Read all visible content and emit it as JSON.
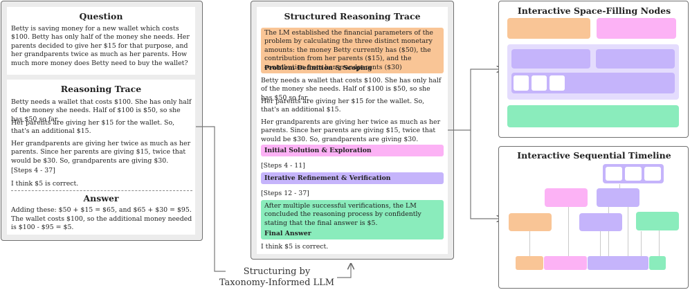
{
  "left_panel": {
    "question_title": "Question",
    "question_text": "Betty is saving money for a new wallet which costs $100. Betty has only half of the money she needs. Her parents decided to give her $15 for that purpose, and her grandparents twice as much as her parents. How much more money does Betty need to buy the wallet?",
    "trace_title": "Reasoning Trace",
    "trace_p1": "Betty needs a wallet that costs $100. She has only half of the money she needs. Half of $100 is $50, so she has $50 so far.",
    "trace_p2": "Her parents are giving her $15 for the wallet. So, that's an additional $15.",
    "trace_p3": "Her grandparents are giving her twice as much as her parents. Since her parents are giving $15, twice that would be $30. So, grandparents are giving $30.",
    "trace_steps": "[Steps 4 - 37]",
    "trace_final": "I think $5 is correct.",
    "answer_title": "Answer",
    "answer_l1": "Adding these: $50 + $15 = $65, and $65 + $30 = $95.",
    "answer_l2": "The wallet costs $100, so the additional money needed is $100 - $95 = $5."
  },
  "middle_panel": {
    "title": "Structured Reasoning Trace",
    "summary": "The LM established the financial parameters of the problem by calculating the three distinct monetary amounts: the money Betty currently has ($50), the contribution from her parents ($15), and the contribution from her grandparents ($30)",
    "tag1": "Problem Definition & Scoping",
    "p1": "Betty needs a wallet that costs $100. She has only half of the money she needs. Half of $100 is $50, so she has $50 so far.",
    "p2": "Her parents are giving her $15 for the wallet. So, that's an additional $15.",
    "p3": "Her grandparents are giving her twice as much as her parents. Since her parents are giving $15, twice that would be $30. So, grandparents are giving $30.",
    "tag2": "Initial Solution & Exploration",
    "steps1": "[Steps 4 - 11]",
    "tag3": "Iterative Refinement & Verification",
    "steps2": "[Steps 12 - 37]",
    "final_summary": "After multiple successful verifications, the LM concluded the reasoning process by confidently stating that the final answer is $5.",
    "tag4": "Final Answer",
    "final_line": "I think $5 is correct."
  },
  "bottom_label": {
    "line1": "Structuring by",
    "line2": "Taxonomy-Informed LLM"
  },
  "right_top": {
    "title": "Interactive Space-Filling Nodes"
  },
  "right_bottom": {
    "title": "Interactive Sequential Timeline"
  },
  "colors": {
    "orange": "#f9c596",
    "pink": "#fcb2f5",
    "purple": "#c5b4fb",
    "purple_light": "#e4dcfd",
    "green": "#8aecbc",
    "panel_bg": "#ececec",
    "border": "#6f6f6f"
  }
}
